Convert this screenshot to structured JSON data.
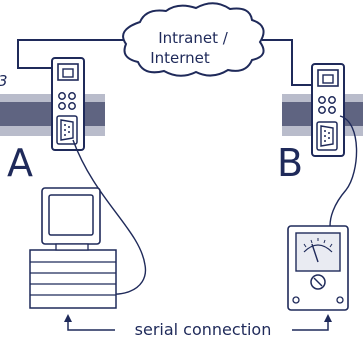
{
  "cloud": {
    "line1": "Intranet /",
    "line2": "Internet"
  },
  "devices": {
    "a": {
      "letter": "A"
    },
    "b": {
      "letter": "B"
    }
  },
  "partial_label": "3",
  "connection_label": "serial connection",
  "colors": {
    "stroke": "#1f2a5a",
    "rail_light": "#b9bccb",
    "rail_dark": "#5f6481",
    "device_fill": "#ffffff",
    "meter_face": "#e9ebf2"
  }
}
